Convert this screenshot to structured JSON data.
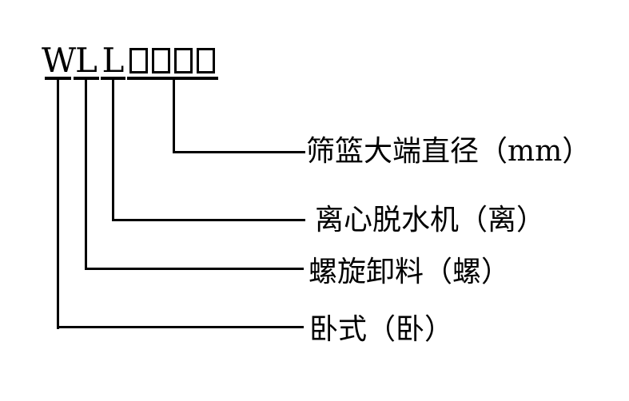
{
  "diagram": {
    "code": {
      "letters": [
        "W",
        "L",
        "L"
      ],
      "digit_box_count": 4
    },
    "labels": [
      {
        "text": "筛篮大端直径（mm）"
      },
      {
        "text": "离心脱水机（离）"
      },
      {
        "text": "螺旋卸料（螺）"
      },
      {
        "text": "卧式（卧）"
      }
    ],
    "colors": {
      "line": "#000000",
      "background": "#ffffff"
    }
  }
}
